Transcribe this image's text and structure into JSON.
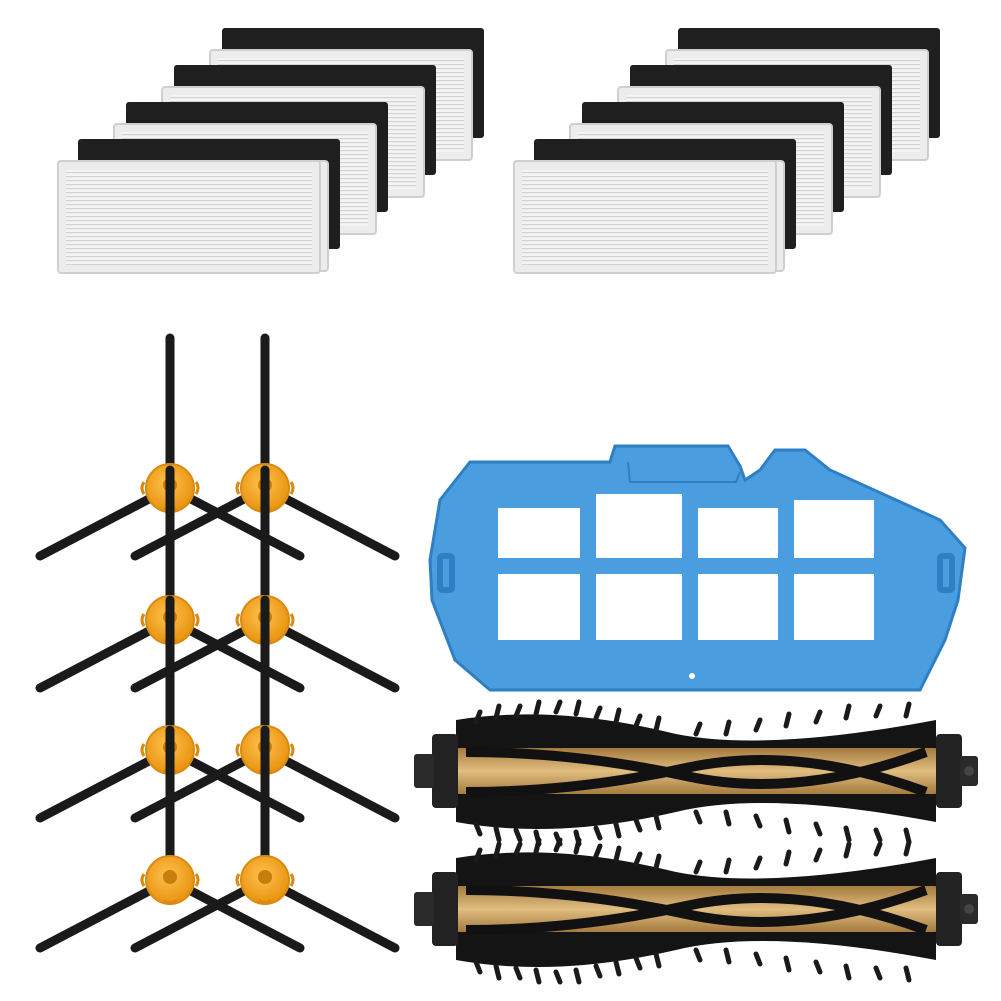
{
  "image": {
    "background": "#ffffff",
    "groups": [
      {
        "name": "hepa-filter-set",
        "count": 10,
        "colors": {
          "frame": "#e9e9e9",
          "pleat": "#cfcfcf",
          "sponge": "#1e1e1e"
        }
      },
      {
        "name": "side-brush-set",
        "count": 8,
        "colors": {
          "hub": "#f5a623",
          "hub-dark": "#d98a10",
          "arm": "#1a1a1a"
        }
      },
      {
        "name": "primary-filter",
        "count": 1,
        "colors": {
          "frame": "#4a9ee0",
          "edge": "#2f7fc4"
        }
      },
      {
        "name": "main-roller-brush",
        "count": 2,
        "colors": {
          "core": "#c8a063",
          "bristle": "#161616",
          "cap": "#222222"
        }
      }
    ]
  }
}
